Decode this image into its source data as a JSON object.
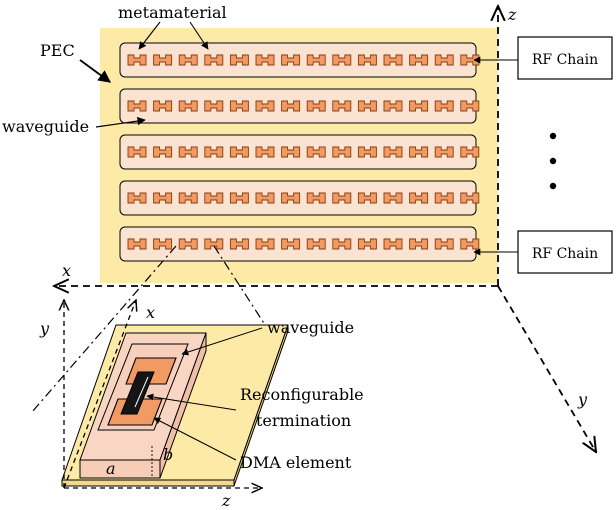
{
  "labels": {
    "metamaterial": "metamaterial",
    "pec": "PEC",
    "waveguide_left": "waveguide",
    "rf_chain_top": "RF Chain",
    "rf_chain_bottom": "RF Chain",
    "axis_z_top": "z",
    "axis_x_left": "x",
    "axis_y_right": "y",
    "inset_waveguide": "waveguide",
    "reconfigurable_1": "Reconfigurable",
    "reconfigurable_2": "termination",
    "dma_element": "DMA element",
    "inset_y": "y",
    "inset_x": "x",
    "inset_z": "z",
    "dim_a": "a",
    "dim_b": "b"
  },
  "panel": {
    "waveguide_count": 5,
    "elements_per_waveguide": 14,
    "continuation_dots": 3
  },
  "colors": {
    "pec": "#fdeaa6",
    "waveguide": "#fbe3d2",
    "element": "#f29a64",
    "element_stroke": "#8a3b10",
    "board": "#fdeaa6",
    "block_top": "#f9d6c4",
    "block_side": "#f7cdb8",
    "dark": "#151515"
  }
}
